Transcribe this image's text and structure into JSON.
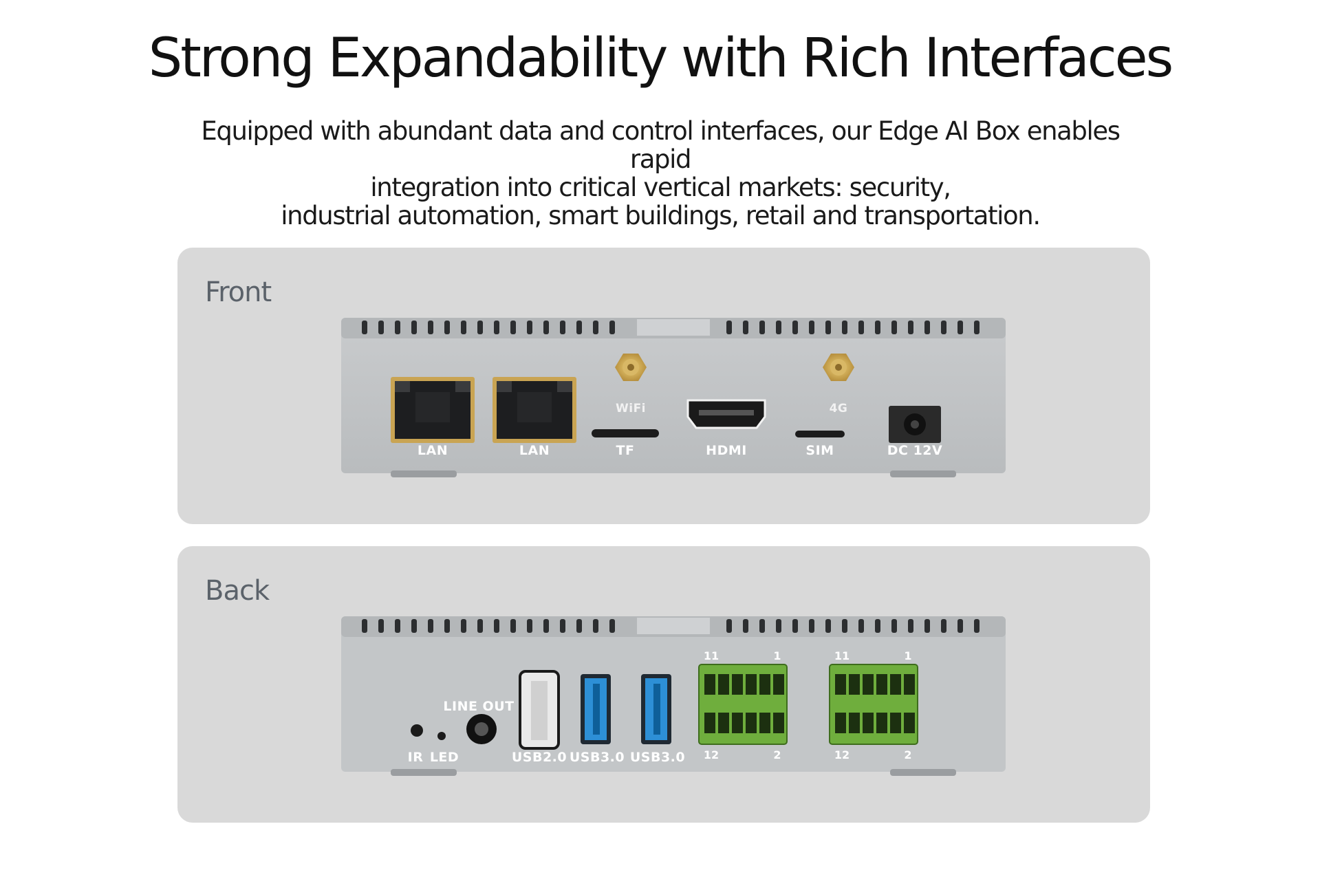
{
  "headline": "Strong Expandability with Rich Interfaces",
  "subline": [
    "Equipped with abundant data and control interfaces, our Edge AI Box enables rapid",
    "integration into critical vertical markets: security,",
    "industrial automation, smart buildings, retail and transportation."
  ],
  "front": {
    "label": "Front",
    "ports": {
      "lan1": "LAN",
      "lan2": "LAN",
      "wifi": "WiFi",
      "tf": "TF",
      "hdmi": "HDMI",
      "g4": "4G",
      "sim": "SIM",
      "dc": "DC 12V"
    }
  },
  "back": {
    "label": "Back",
    "ports": {
      "ir": "IR",
      "led": "LED",
      "line_out": "LINE OUT",
      "usb20": "USB2.0",
      "usb30a": "USB3.0",
      "usb30b": "USB3.0"
    },
    "terminal1": {
      "top_left": "11",
      "top_right": "1",
      "bottom_left": "12",
      "bottom_right": "2"
    },
    "terminal2": {
      "top_left": "11",
      "top_right": "1",
      "bottom_left": "12",
      "bottom_right": "2"
    }
  },
  "colors": {
    "panel_bg": "#d9d9d9",
    "chassis": "#bfc2c4",
    "rj45_gold": "#c9a453",
    "usb3_blue": "#2d8fd6",
    "terminal_green": "#6fae3d"
  }
}
